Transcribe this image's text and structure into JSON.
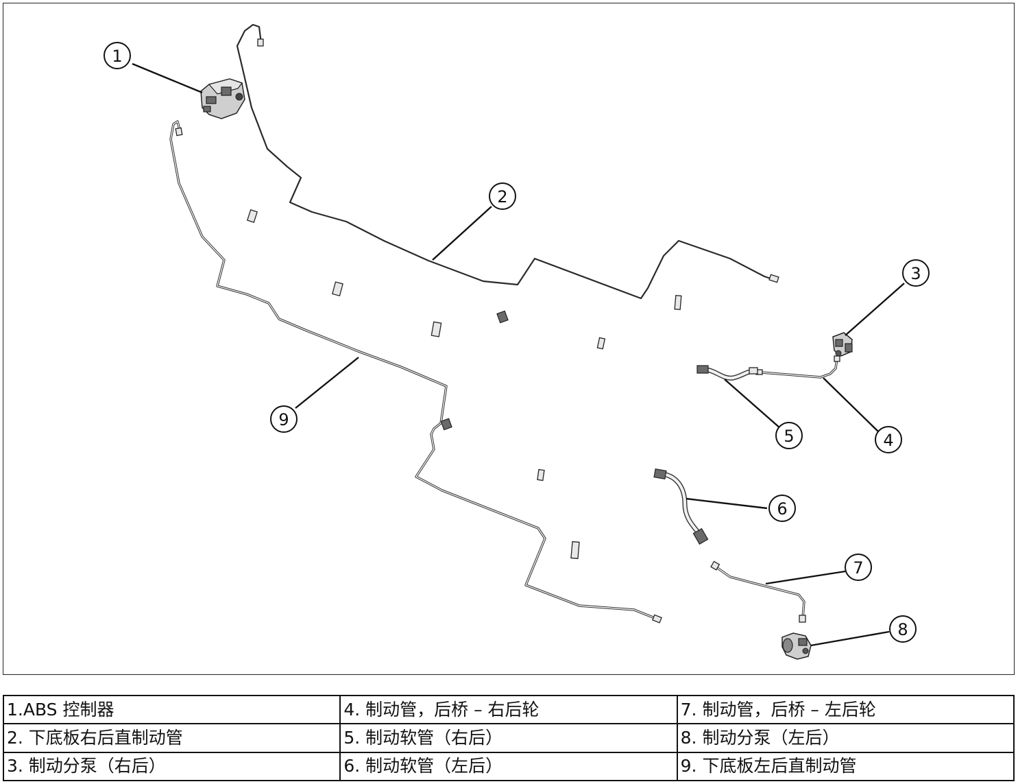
{
  "diagram": {
    "callouts": [
      "1",
      "2",
      "3",
      "4",
      "5",
      "6",
      "7",
      "8",
      "9"
    ],
    "colors": {
      "line": "#222222",
      "background": "#ffffff",
      "part_fill": "#cfcfcf"
    }
  },
  "legend": {
    "rows": [
      [
        "1.ABS 控制器",
        "4. 制动管，后桥 – 右后轮",
        "7. 制动管，后桥 – 左后轮"
      ],
      [
        "2. 下底板右后直制动管",
        "5. 制动软管（右后）",
        "8. 制动分泵（左后）"
      ],
      [
        "3. 制动分泵（右后）",
        "6. 制动软管（左后）",
        "9. 下底板左后直制动管"
      ]
    ]
  }
}
